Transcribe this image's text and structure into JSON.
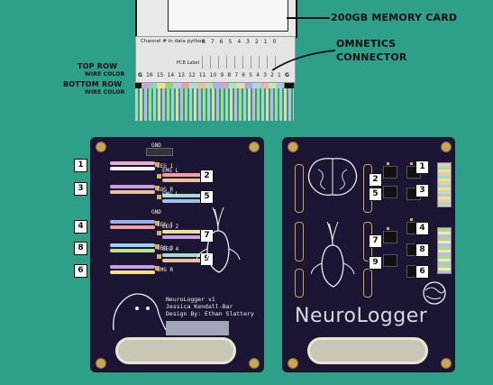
{
  "top": {
    "memory_card_label": "200GB MEMORY CARD",
    "connector_label_1": "OMNETICS",
    "connector_label_2": "CONNECTOR",
    "top_row_1": "TOP ROW",
    "top_row_2": "WIRE COLOR",
    "bottom_row_1": "BOTTOM ROW",
    "bottom_row_2": "WIRE COLOR",
    "channel_label": "Channel # in data python",
    "channel_numbers": [
      "8",
      "7",
      "6",
      "5",
      "4",
      "3",
      "2",
      "1",
      "0"
    ],
    "pcb_label": "PCB Label",
    "pin_left": "G",
    "pin_right": "G",
    "pin_numbers": [
      "16",
      "15",
      "14",
      "13",
      "12",
      "11",
      "10",
      "9",
      "8",
      "7",
      "6",
      "5",
      "4",
      "3",
      "2",
      "1"
    ]
  },
  "left_board": {
    "gnd_top": "GND",
    "gnd_mid": "GND",
    "labels": [
      "EEG 1",
      "EOG R",
      "EMG L",
      "EMG L",
      "LEG 1",
      "EEG 2",
      "EEG 3",
      "EEG 4",
      "EMG R"
    ],
    "tags_left": [
      "1",
      "3",
      "4",
      "8",
      "6"
    ],
    "tags_right": [
      "2",
      "5",
      "7",
      "9"
    ],
    "credit_1": "NeuroLogger v1",
    "credit_2": "Jessica Kendall-Bar",
    "credit_3": "Design By: Ethan Slattery"
  },
  "right_board": {
    "logo": "NeuroLogger",
    "tags_left": [
      "2",
      "5",
      "7",
      "9"
    ],
    "tags_right": [
      "1",
      "3",
      "4",
      "8",
      "6"
    ]
  },
  "colors": {
    "background": "#2e9f88",
    "board": "#1c1533",
    "tag_bg": "#ffffff"
  }
}
